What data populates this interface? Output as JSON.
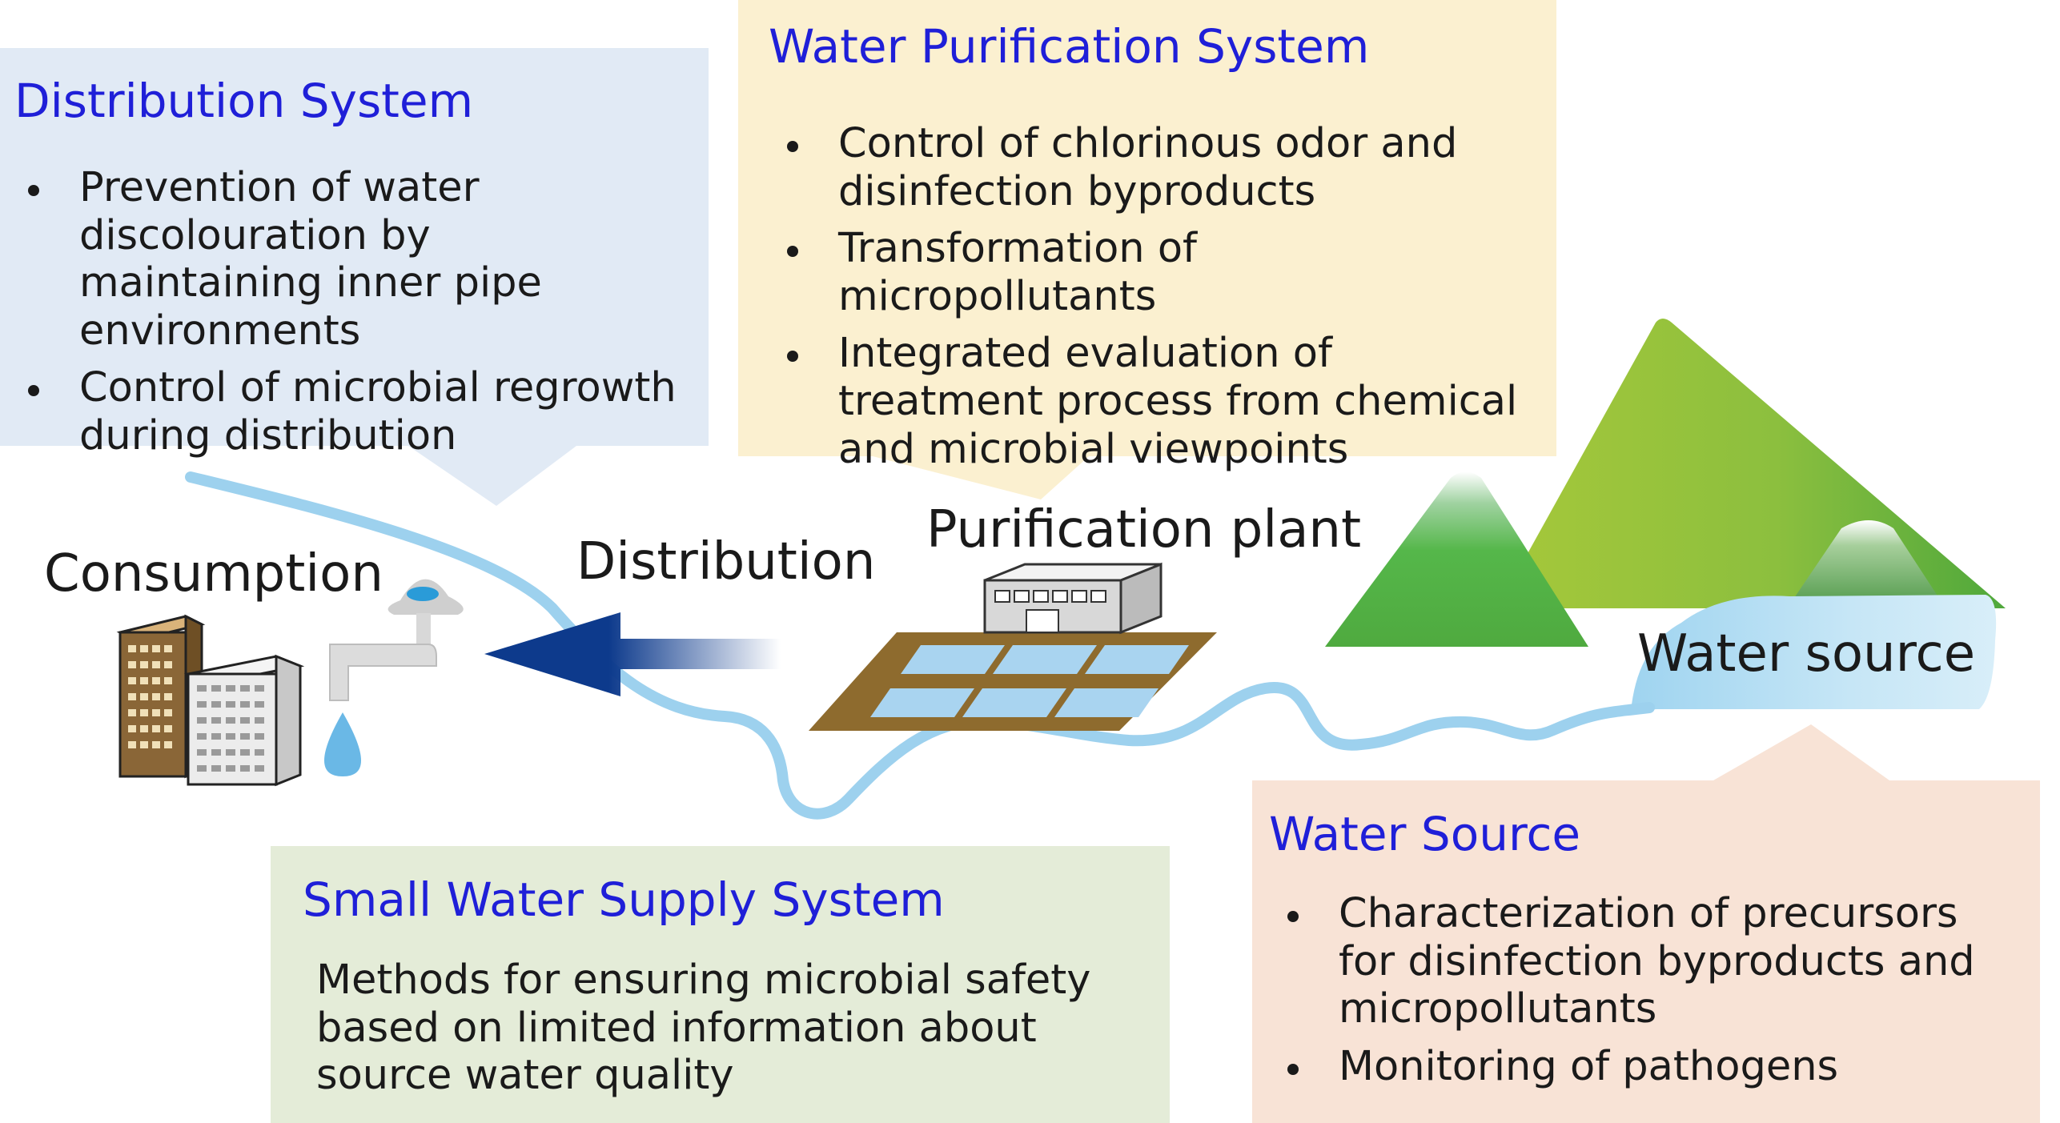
{
  "colors": {
    "title_blue": "#1f1fd8",
    "distribution_box": "#e1eaf5",
    "purification_box": "#fbf0d0",
    "small_supply_box": "#e4ecd8",
    "source_box": "#f8e3d6",
    "river": "#9dd1ee",
    "arrow": "#0d3a8c",
    "mountain": "#74ba3c"
  },
  "boxes": {
    "distribution": {
      "title": "Distribution System",
      "items": [
        "Prevention of water discolouration by maintaining inner pipe environments",
        "Control of microbial regrowth during distribution"
      ]
    },
    "purification": {
      "title": "Water Purification System",
      "items": [
        "Control of chlorinous odor and disinfection byproducts",
        "Transformation of micropollutants",
        "Integrated evaluation of treatment process from chemical and microbial viewpoints"
      ]
    },
    "small_supply": {
      "title": "Small Water Supply System",
      "text": "Methods for ensuring microbial safety based on limited information about source water quality"
    },
    "source": {
      "title": "Water Source",
      "items": [
        "Characterization of precursors for disinfection byproducts and micropollutants",
        "Monitoring of pathogens"
      ]
    }
  },
  "labels": {
    "consumption": "Consumption",
    "distribution": "Distribution",
    "plant": "Purification plant",
    "source": "Water source"
  },
  "icons": [
    "buildings-icon",
    "faucet-icon",
    "water-drop-icon",
    "arrow-left-icon",
    "plant-icon",
    "mountains-icon",
    "lake-icon"
  ]
}
